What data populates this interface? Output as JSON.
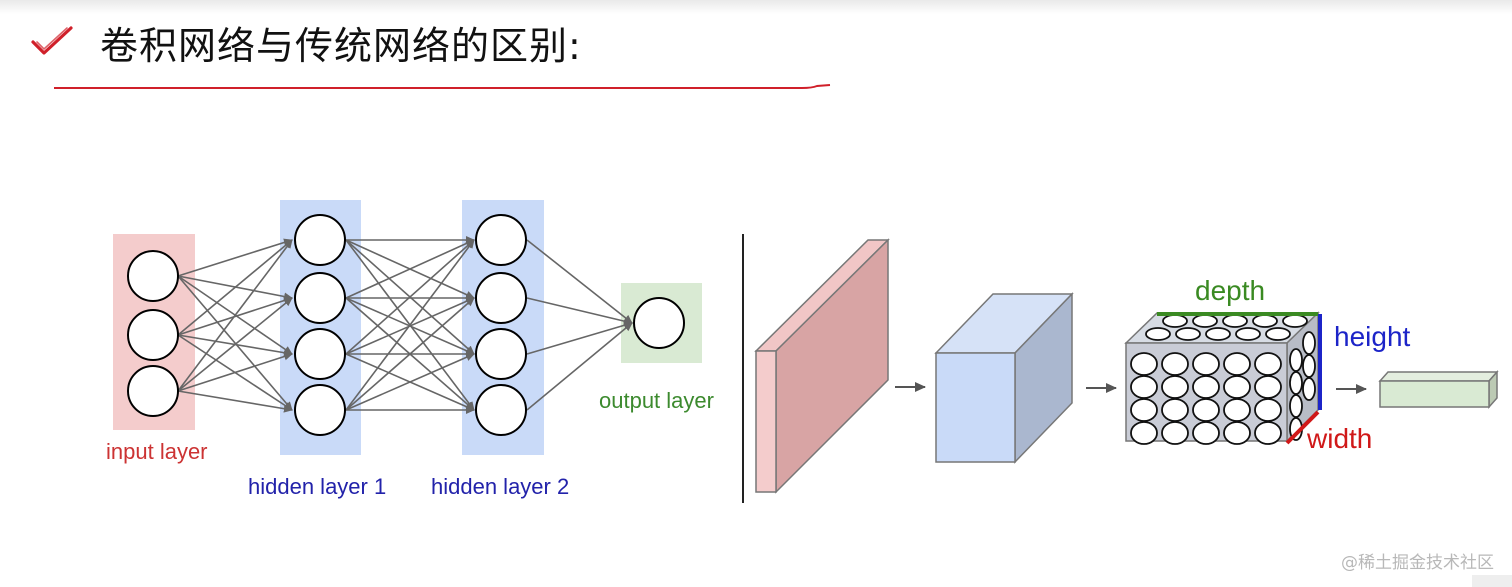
{
  "slide": {
    "title": "卷积网络与传统网络的区别:",
    "icon": "checkmark-icon",
    "accent_color": "#d0202a"
  },
  "traditional_network": {
    "labels": {
      "input": "input layer",
      "hidden1": "hidden layer 1",
      "hidden2": "hidden layer 2",
      "output": "output layer"
    },
    "neurons": {
      "input": 3,
      "hidden1": 4,
      "hidden2": 4,
      "output": 1
    },
    "colors": {
      "input_band": "#f4cccc",
      "hidden_band": "#c9daf8",
      "output_band": "#d9ead3",
      "input_text": "#cc3333",
      "hidden_text": "#2222aa",
      "output_text": "#3c8a2e"
    }
  },
  "convolutional_network": {
    "labels": {
      "depth": "depth",
      "height": "height",
      "width": "width"
    },
    "grid": {
      "columns": 5,
      "rows": 4
    },
    "colors": {
      "input_volume": "#d8a4a4",
      "hidden_volume": "#c9daf8",
      "output_volume": "#d9ead3",
      "depth": "#3a8a22",
      "height": "#1c24c8",
      "width": "#d01818"
    }
  },
  "watermark": "@稀土掘金技术社区"
}
